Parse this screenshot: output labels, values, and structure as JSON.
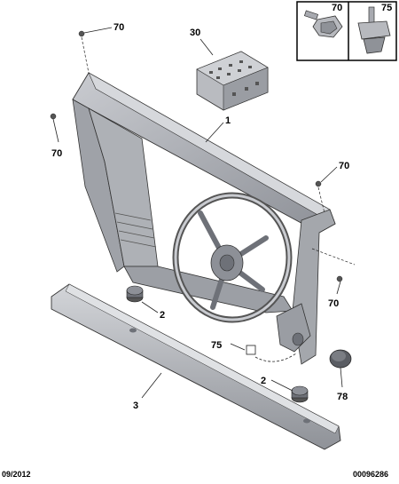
{
  "callouts": {
    "c70_top": "70",
    "c30": "30",
    "c1": "1",
    "c70_left": "70",
    "c70_right_upper": "70",
    "c70_right_lower": "70",
    "c2_left": "2",
    "c75_main": "75",
    "c2_bottom": "2",
    "c3": "3",
    "c78": "78"
  },
  "inset": {
    "label_70": "70",
    "label_75": "75"
  },
  "footer": {
    "date": "09/2012",
    "reference": "00096286"
  },
  "colors": {
    "part_fill": "#a8aab0",
    "part_dark": "#6e7178",
    "part_light": "#c9cbd0",
    "line": "#222222"
  }
}
